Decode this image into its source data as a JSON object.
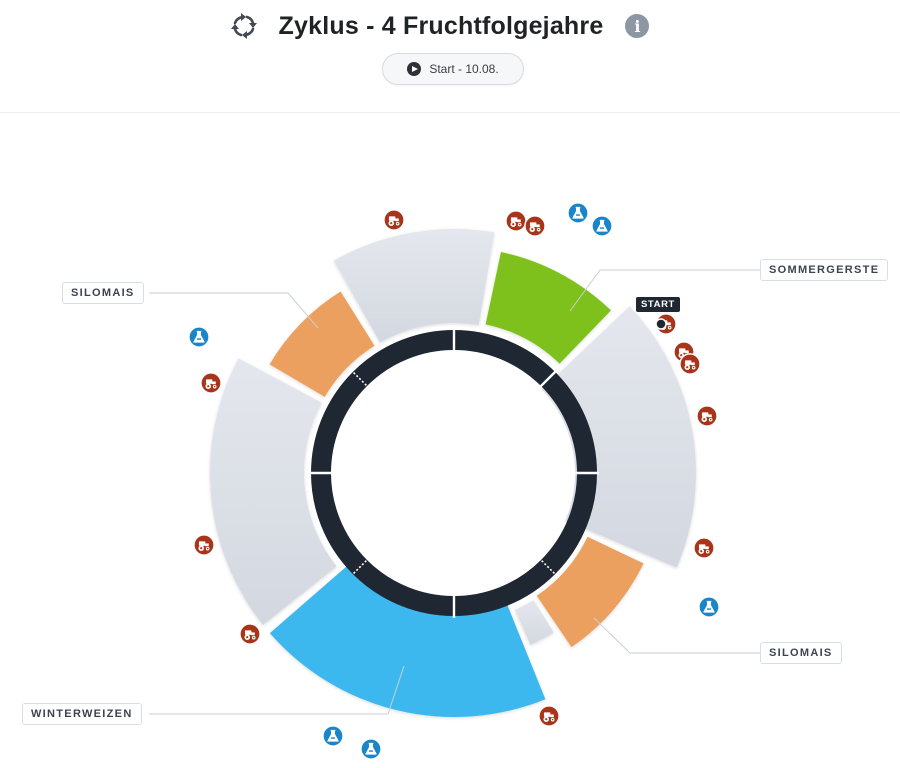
{
  "header": {
    "title": "Zyklus - 4 Fruchtfolgejahre",
    "start_button_label": "Start - 10.08.",
    "title_icon": "cycle-icon",
    "info_icon": "info-icon"
  },
  "cycle": {
    "start_marker_label": "START",
    "crop_labels": [
      {
        "name": "silomais-label-left",
        "text": "SILOMAIS"
      },
      {
        "name": "sommergerste-label",
        "text": "SOMMERGERSTE"
      },
      {
        "name": "silomais-label-right",
        "text": "SILOMAIS"
      },
      {
        "name": "winterweizen-label",
        "text": "WINTERWEIZEN"
      }
    ],
    "segment_colors": {
      "sommergerste": "#7fc11e",
      "silomais": "#eca060",
      "winterweizen": "#3db8ef",
      "fallow": "#dfe3ea"
    },
    "icon_colors": {
      "tractor": "#a8341a",
      "fertilizer": "#1a86c9"
    },
    "icon_types": {
      "tractor": "tractor-icon",
      "fertilizer": "fertilizer-flask-icon"
    }
  }
}
